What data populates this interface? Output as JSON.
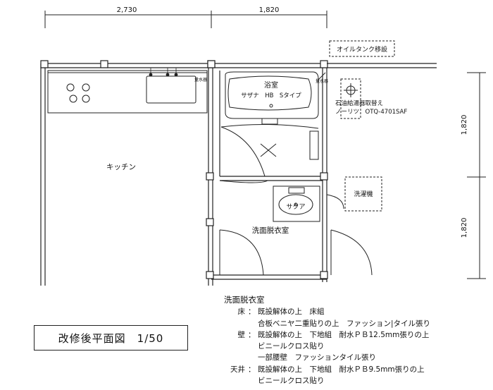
{
  "dimensions": {
    "top_left": "2,730",
    "top_right": "1,820",
    "right_upper": "1,820",
    "right_lower": "1,820"
  },
  "rooms": {
    "kitchen": "キッチン",
    "bathroom": "浴室",
    "bathtub_model": "サザナ　HB　Sタイプ",
    "washroom": "洗面脱衣室",
    "sink": "サクア",
    "washer": "洗濯機"
  },
  "equipment": {
    "oil_tank": "オイルタンク移設",
    "boiler_line1": "石油給湯器取替え",
    "boiler_line2": "ノーリツ　OTQ-4701SAF",
    "faucet_label": "量水器"
  },
  "notes": {
    "heading": "洗面脱衣室",
    "floor_label": "床",
    "floor_line1": "既設解体の上　床組",
    "floor_line2": "合板ベニヤ二重貼りの上　ファッション|タイル張り",
    "wall_label": "壁",
    "wall_line1": "既設解体の上　下地組　耐水ＰＢ12.5mm張りの上",
    "wall_line2": "ビニールクロス貼り",
    "wall_line3": "一部腰壁　ファッションタイル張り",
    "ceiling_label": "天井",
    "ceiling_line1": "既設解体の上　下地組　耐水ＰＢ9.5mm張りの上",
    "ceiling_line2": "ビニールクロス貼り",
    "colon": "："
  },
  "title": "改修後平面図　1/50"
}
